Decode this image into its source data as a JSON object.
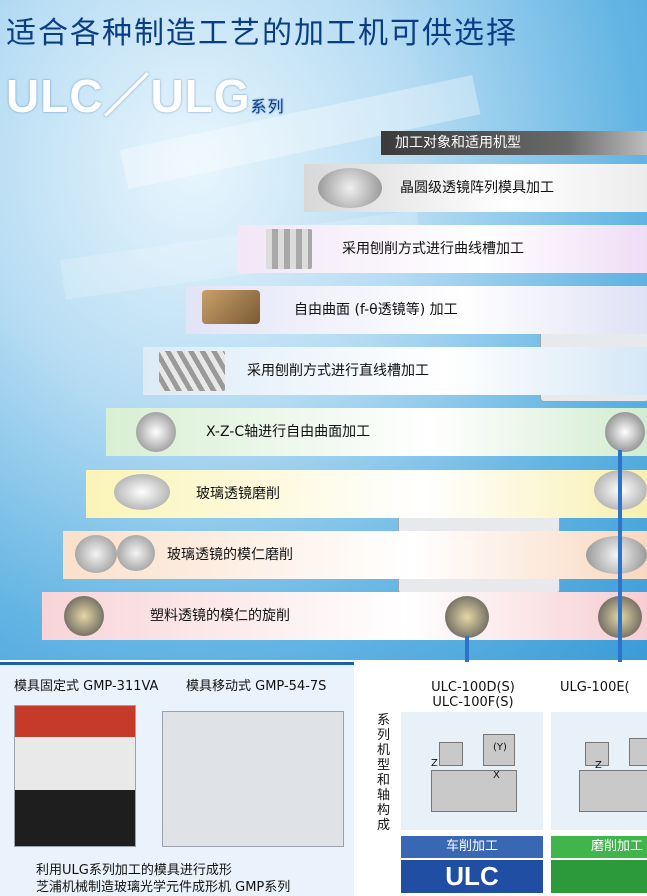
{
  "title": "适合各种制造工艺的加工机可供选择",
  "series": {
    "name": "ULC／ULG",
    "suffix": "系列"
  },
  "header": "加工对象和适用机型",
  "rows": [
    {
      "label": "晶圆级透镜阵列模具加工"
    },
    {
      "label": "采用刨削方式进行曲线槽加工"
    },
    {
      "label": "自由曲面 (f-θ透镜等) 加工"
    },
    {
      "label": "采用刨削方式进行直线槽加工"
    },
    {
      "label": "X-Z-C轴进行自由曲面加工"
    },
    {
      "label": "玻璃透镜磨削"
    },
    {
      "label": "玻璃透镜的模仁磨削"
    },
    {
      "label": "塑料透镜的模仁的旋削"
    }
  ],
  "gmp": {
    "fixed": "模具固定式 GMP-311VA",
    "moving": "模具移动式 GMP-54-7S",
    "caption1": "利用ULG系列加工的模具进行成形",
    "caption2": "芝浦机械制造玻璃光学元件成形机  GMP系列"
  },
  "models": {
    "ulc_a": "ULC-100D(S)",
    "ulc_b": "ULC-100F(S)",
    "ulg": "ULG-100E("
  },
  "vertical_label": "系列机型和轴构成",
  "axes": {
    "z": "Z",
    "x": "X",
    "y": "(Y)"
  },
  "tags": {
    "turning": "车削加工",
    "grinding": "磨削加工",
    "ulc": "ULC"
  },
  "colors": {
    "title": "#0a3e84",
    "blue_tag": "#3a67b3",
    "green_tag": "#3fb54c"
  }
}
